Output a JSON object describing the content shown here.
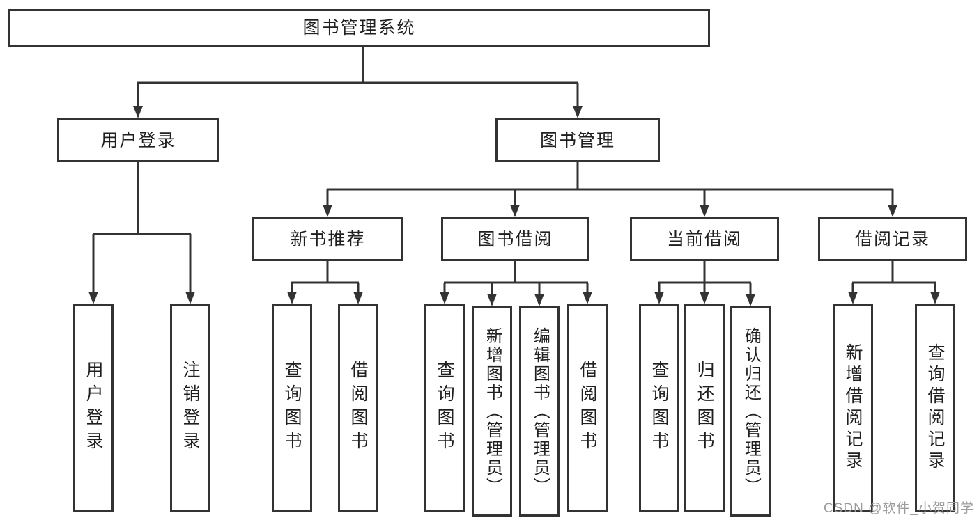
{
  "tree": {
    "label": "图书管理系统",
    "children": [
      {
        "label": "用户登录",
        "children": [
          {
            "label": "用户登录"
          },
          {
            "label": "注销登录"
          }
        ]
      },
      {
        "label": "图书管理",
        "children": [
          {
            "label": "新书推荐",
            "children": [
              {
                "label": "查询图书"
              },
              {
                "label": "借阅图书"
              }
            ]
          },
          {
            "label": "图书借阅",
            "children": [
              {
                "label": "查询图书"
              },
              {
                "label": "新增图书（管理员）"
              },
              {
                "label": "编辑图书（管理员）"
              },
              {
                "label": "借阅图书"
              }
            ]
          },
          {
            "label": "当前借阅",
            "children": [
              {
                "label": "查询图书"
              },
              {
                "label": "归还图书"
              },
              {
                "label": "确认归还（管理员）"
              }
            ]
          },
          {
            "label": "借阅记录",
            "children": [
              {
                "label": "新增借阅记录"
              },
              {
                "label": "查询借阅记录"
              }
            ]
          }
        ]
      }
    ]
  },
  "watermark": {
    "text": "CSDN @软件_小贺同学"
  },
  "colors": {
    "line": "#333333",
    "border": "#333333",
    "box_fill": "#ffffff",
    "text": "#1f1f1f",
    "watermark": "#9b9b9b"
  }
}
